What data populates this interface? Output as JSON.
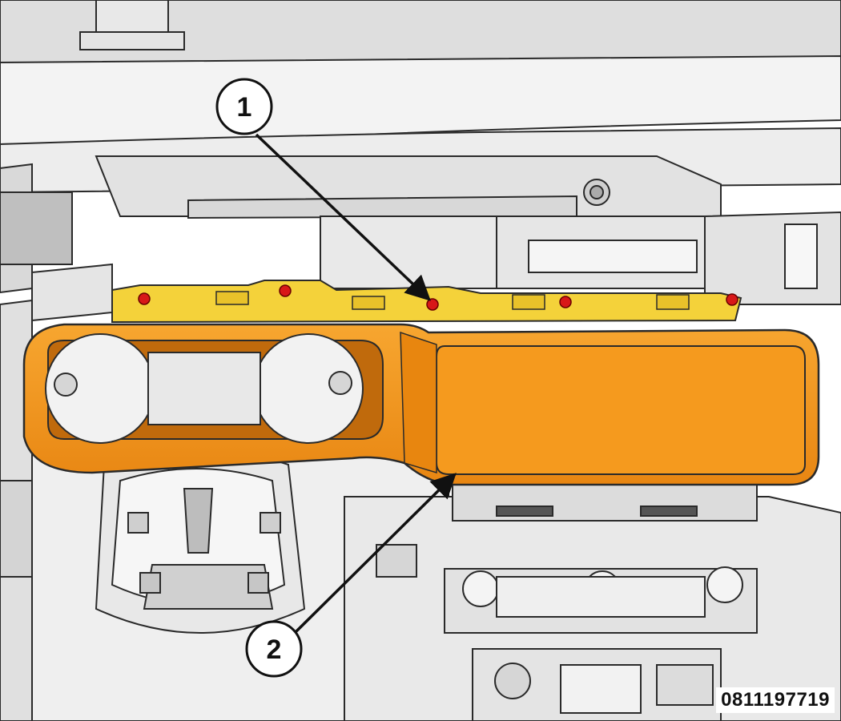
{
  "callouts": [
    {
      "number": "1",
      "target": "retaining-screws"
    },
    {
      "number": "2",
      "target": "instrument-panel-bezel"
    }
  ],
  "figure_id": "0811197719",
  "colors": {
    "background": "#ffffff",
    "line_art": "#2a2a2a",
    "housing_fill": "#e6e6e6",
    "bezel_orange": "#f59a1e",
    "bezel_orange_dark": "#c86f0a",
    "bracket_yellow": "#f4d23a",
    "screw_red": "#d81818"
  },
  "icons": [
    "callout-circle",
    "leader-arrow",
    "screw"
  ]
}
